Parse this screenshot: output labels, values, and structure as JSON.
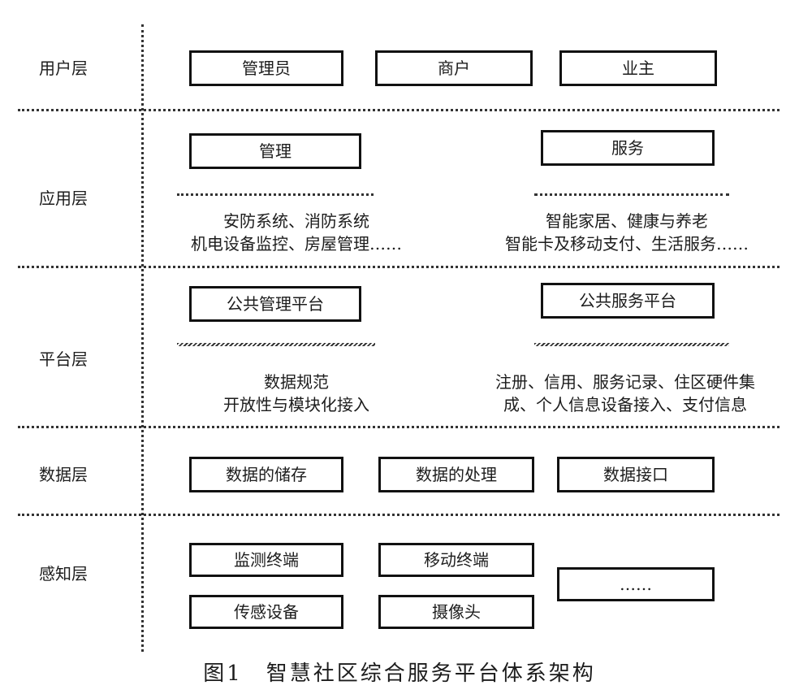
{
  "layers": {
    "user": "用户层",
    "app": "应用层",
    "platform": "平台层",
    "data": "数据层",
    "perception": "感知层"
  },
  "user_layer": {
    "boxes": [
      "管理员",
      "商户",
      "业主"
    ]
  },
  "app_layer": {
    "left": {
      "box": "管理",
      "line1": "安防系统、消防系统",
      "line2": "机电设备监控、房屋管理……"
    },
    "right": {
      "box": "服务",
      "line1": "智能家居、健康与养老",
      "line2": "智能卡及移动支付、生活服务……"
    }
  },
  "platform_layer": {
    "left": {
      "box": "公共管理平台",
      "line1": "数据规范",
      "line2": "开放性与模块化接入"
    },
    "right": {
      "box": "公共服务平台",
      "line1": "注册、信用、服务记录、住区硬件集",
      "line2": "成、个人信息设备接入、支付信息"
    }
  },
  "data_layer": {
    "boxes": [
      "数据的储存",
      "数据的处理",
      "数据接口"
    ]
  },
  "perception_layer": {
    "boxes": [
      "监测终端",
      "移动终端",
      "传感设备",
      "摄像头",
      "……"
    ]
  },
  "caption": "图1　智慧社区综合服务平台体系架构"
}
